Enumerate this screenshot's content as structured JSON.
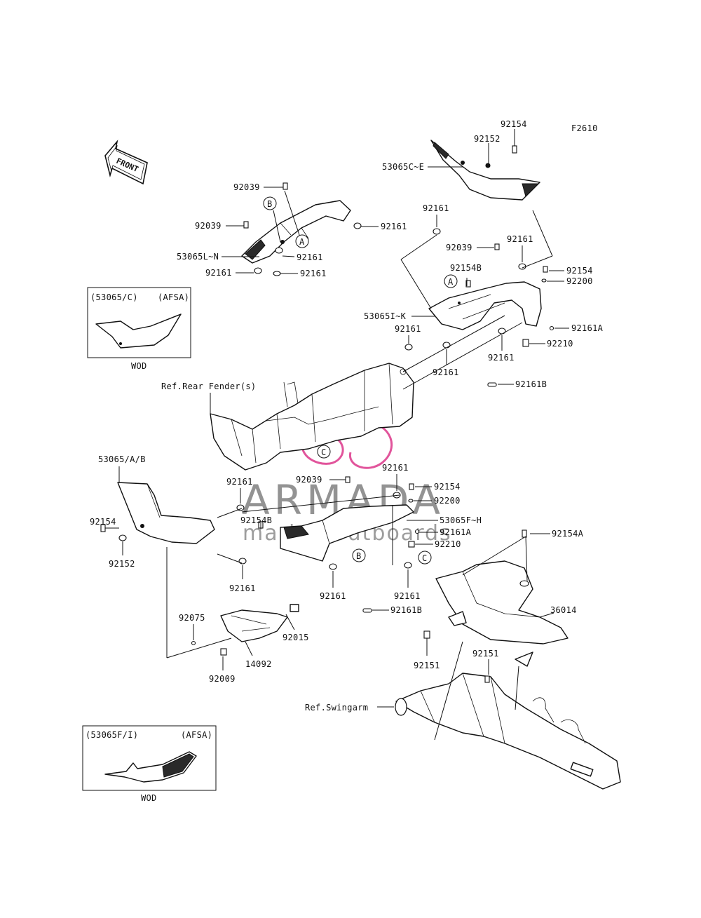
{
  "figure_code": "F2610",
  "front_arrow_label": "FRONT",
  "watermark": {
    "brand": "ARMADA",
    "subtitle": "marine outboards",
    "logo_color": "#d81b7a"
  },
  "insets": [
    {
      "ref": "(53065/C)",
      "note": "(AFSA)",
      "color": "WOD"
    },
    {
      "ref": "(53065F/I)",
      "note": "(AFSA)",
      "color": "WOD"
    }
  ],
  "references": {
    "rear_fender": "Ref.Rear Fender(s)",
    "swingarm": "Ref.Swingarm"
  },
  "callouts": {
    "a": "A",
    "b": "B",
    "c": "C"
  },
  "part_labels": {
    "p92154_top": "92154",
    "p92152_top": "92152",
    "p53065C_E": "53065C~E",
    "p92039_a": "92039",
    "p92039_b": "92039",
    "p92161_a": "92161",
    "p92161_b": "92161",
    "p53065L_N": "53065L~N",
    "p92161_c": "92161",
    "p92161_d": "92161",
    "p92161_e": "92161",
    "p92039_c": "92039",
    "p92161_f": "92161",
    "p92154B_a": "92154B",
    "p92154_b": "92154",
    "p92200_a": "92200",
    "p53065I_K": "53065I~K",
    "p92161A_a": "92161A",
    "p92161_g": "92161",
    "p92210_a": "92210",
    "p92161_h": "92161",
    "p92161_i": "92161",
    "p92161B_a": "92161B",
    "p53065A_B": "53065/A/B",
    "p92161_j": "92161",
    "p92039_d": "92039",
    "p92161_k": "92161",
    "p92154_c": "92154",
    "p92154B_b": "92154B",
    "p92200_b": "92200",
    "p53065F_H": "53065F~H",
    "p92161A_b": "92161A",
    "p92210_b": "92210",
    "p92154_d": "92154",
    "p92152_b": "92152",
    "p92154A": "92154A",
    "p92161_l": "92161",
    "p92161_m": "92161",
    "p92161_n": "92161",
    "p92161B_b": "92161B",
    "p36014": "36014",
    "p92075": "92075",
    "p92015": "92015",
    "p14092": "14092",
    "p92009": "92009",
    "p92151_a": "92151",
    "p92151_b": "92151"
  }
}
